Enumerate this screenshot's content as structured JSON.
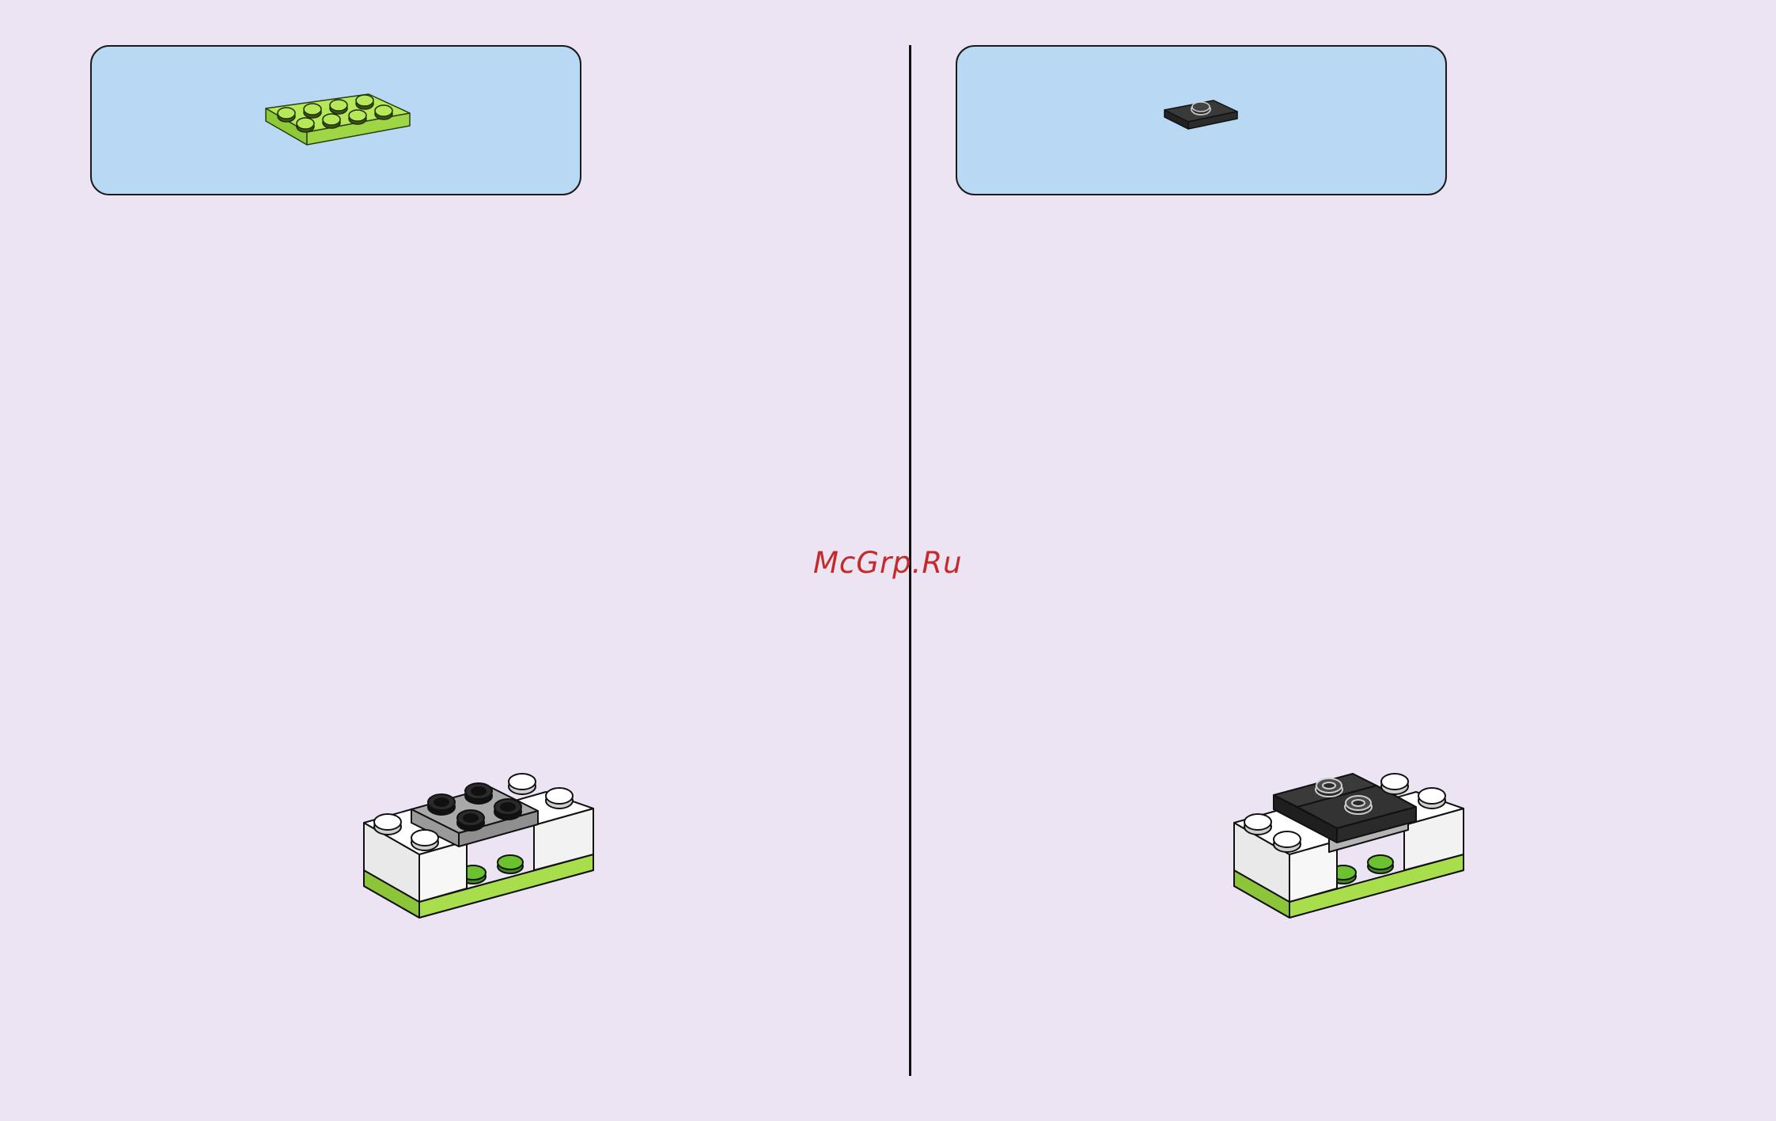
{
  "page": {
    "background": "#ece4f3"
  },
  "steps": [
    {
      "side": "left",
      "parts": [
        {
          "icon": "lime-plate-2x4-icon",
          "color": "#a8e04a"
        }
      ],
      "model_icon": "assembly-gray-plate-icon"
    },
    {
      "side": "right",
      "parts": [
        {
          "icon": "black-jumper-plate-1x2-icon",
          "color": "#333333"
        }
      ],
      "model_icon": "assembly-black-jumper-plates-icon"
    }
  ],
  "colors": {
    "parts_box_fill": "#b8d8f3",
    "lime": "#a8e04a",
    "white_brick": "#f7f7f7",
    "gray_plate": "#a9a9a9",
    "black_plate": "#2b2b2b",
    "watermark": "#c42a2a"
  },
  "watermark": {
    "text": "McGrp.Ru"
  }
}
